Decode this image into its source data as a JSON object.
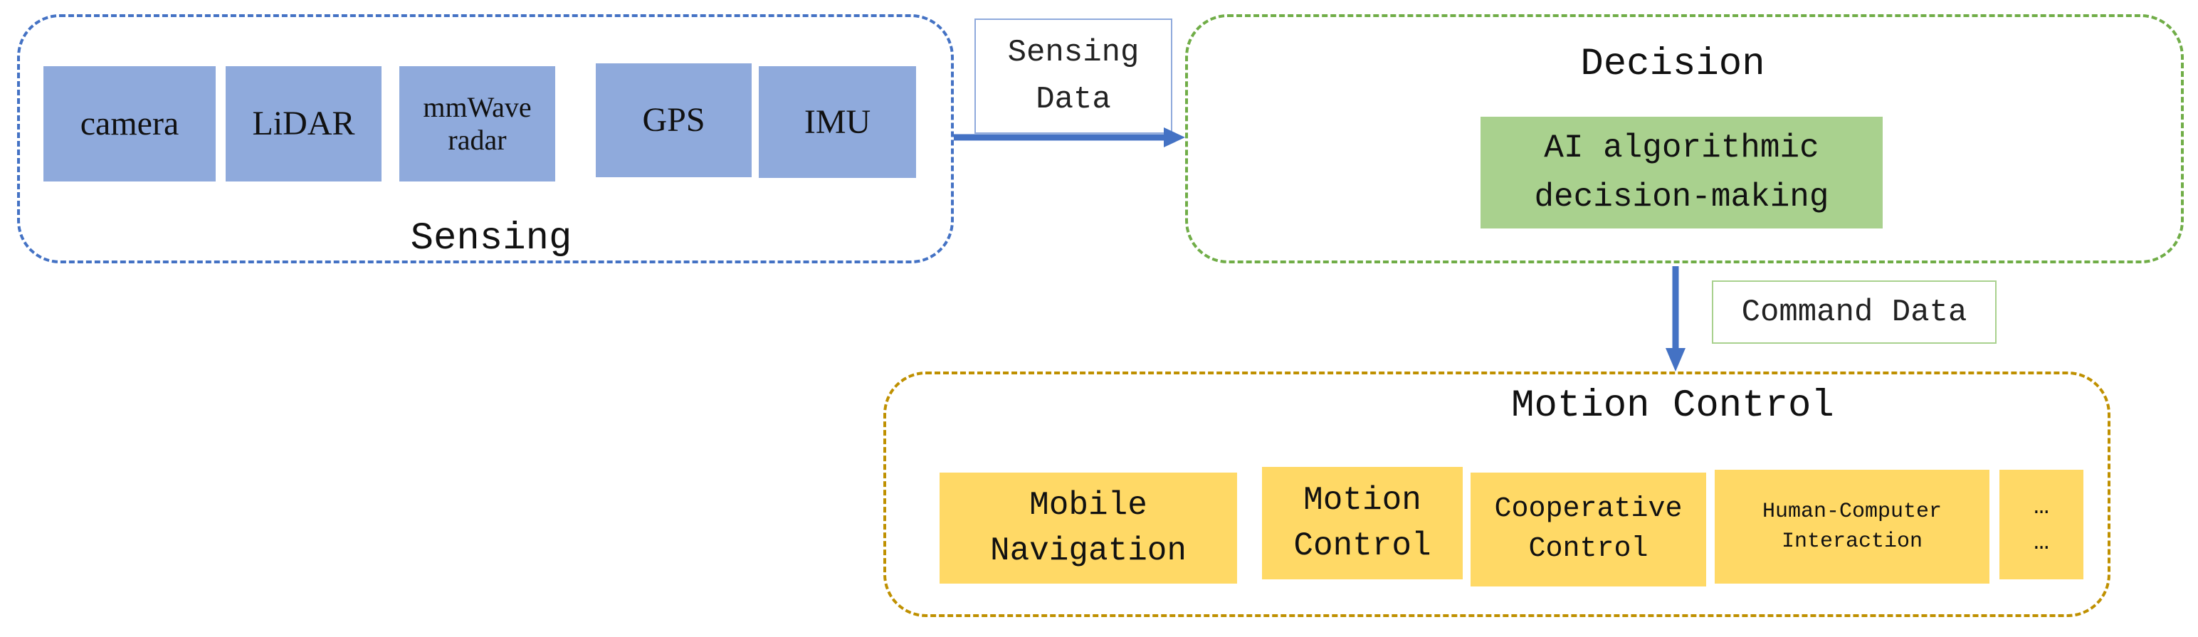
{
  "sensing": {
    "title": "Sensing",
    "items": [
      "camera",
      "LiDAR",
      "mmWave radar",
      "GPS",
      "IMU"
    ],
    "color": "#8faadc",
    "border": "#4472c4"
  },
  "sensing_data": "Sensing Data",
  "decision": {
    "title": "Decision",
    "item": "AI algorithmic decision-making",
    "color": "#a9d18e",
    "border": "#70ad47"
  },
  "command_data": "Command Data",
  "motion": {
    "title": "Motion Control",
    "items": [
      "Mobile Navigation",
      "Motion Control",
      "Cooperative Control",
      "Human-Computer Interaction",
      "… …"
    ],
    "color": "#ffd966",
    "border": "#bf9000"
  },
  "arrow_color": "#4472c4"
}
